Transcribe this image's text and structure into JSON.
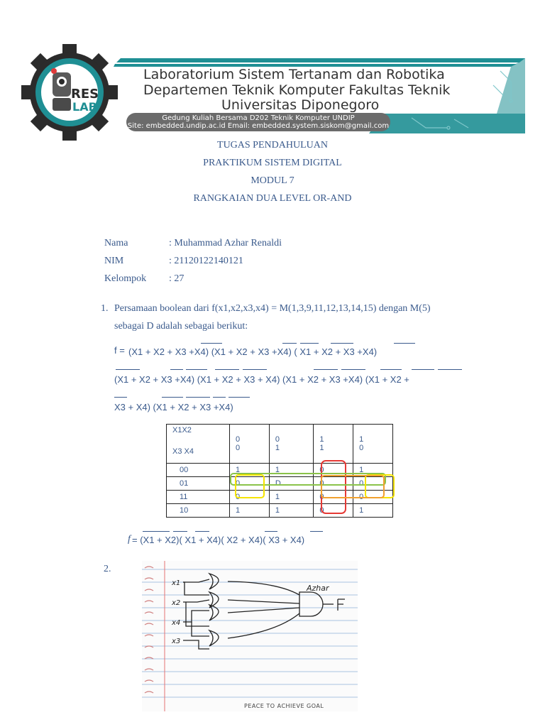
{
  "header": {
    "lab_name": "Laboratorium Sistem Tertanam dan Robotika",
    "department": "Departemen Teknik Komputer Fakultas Teknik",
    "university": "Universitas Diponegoro",
    "address": "Gedung Kuliah Bersama D202 Teknik Komputer UNDIP",
    "site": "Site: embedded.undip.ac.id Email: embedded.system.siskom@gmail.com",
    "logo_top": "RES",
    "logo_bottom": "LAB",
    "colors": {
      "teal": "#1f8f94",
      "logo_dark": "#2b2b2b",
      "logo_red": "#e03a3a",
      "text": "#3a5a8c"
    }
  },
  "title_lines": [
    "TUGAS PENDAHULUAN",
    "PRAKTIKUM SISTEM DIGITAL",
    "MODUL 7",
    "RANGKAIAN DUA LEVEL OR-AND"
  ],
  "identity": [
    {
      "label": "Nama",
      "value": ": Muhammad Azhar Renaldi"
    },
    {
      "label": "NIM",
      "value": ": 21120122140121"
    },
    {
      "label": "Kelompok",
      "value": ": 27"
    }
  ],
  "question1": {
    "number": "1.",
    "line1": "Persamaan boolean dari f(x1,x2,x3,x4) = M(1,3,9,11,12,13,14,15) dengan M(5)",
    "line2": "sebagai D adalah sebagai berikut:",
    "eq_prefix": "f =",
    "eq_line1": "(X1 +  X2 +  X3  +X4) (X1 +  X2 +  X3  +X4) ( X1 +  X2 + X3 +X4)",
    "eq_line2": "(X1 +  X2 +  X3  +X4) (X1 +  X2 +  X3 + X4) (X1 +  X2 +  X3 +X4) (X1 +  X2 +",
    "eq_line3": "X3 + X4) (X1 +  X2 +  X3  +X4)"
  },
  "kmap": {
    "corner_top": "X1X2",
    "corner_bottom": "X3 X4",
    "col_headers": [
      [
        "0",
        "0"
      ],
      [
        "0",
        "1"
      ],
      [
        "1",
        "1"
      ],
      [
        "1",
        "0"
      ]
    ],
    "rows": [
      {
        "label": "00",
        "cells": [
          "1",
          "1",
          "0",
          "1"
        ]
      },
      {
        "label": "01",
        "cells": [
          "0",
          "D",
          "0",
          "0"
        ]
      },
      {
        "label": "11",
        "cells": [
          "0",
          "1",
          "0",
          "0"
        ]
      },
      {
        "label": "10",
        "cells": [
          "1",
          "1",
          "0",
          "1"
        ]
      }
    ]
  },
  "result": {
    "f_symbol": "f",
    "expression": " = (X1 +  X2)( X1 + X4)( X2 + X4)( X3 + X4)"
  },
  "question2": {
    "number": "2.",
    "inputs": [
      "x1",
      "x2",
      "x4",
      "x3"
    ],
    "author": "Azhar",
    "output": "F",
    "footer": "PEACE TO ACHIEVE GOAL"
  }
}
